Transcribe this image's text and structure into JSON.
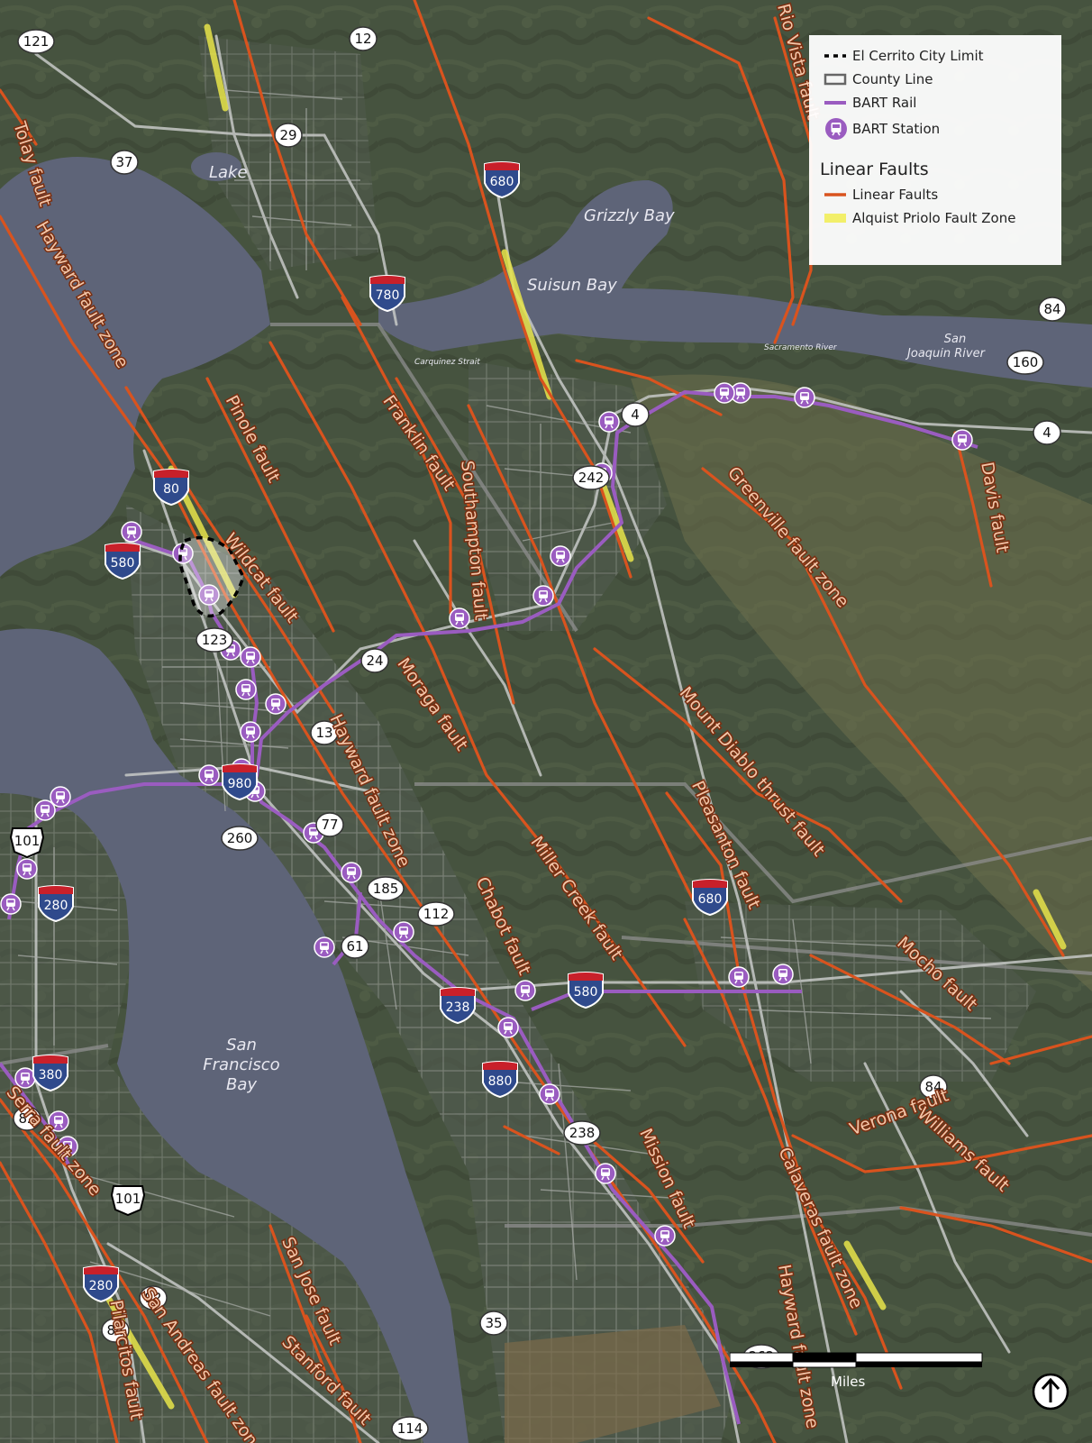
{
  "colors": {
    "water": "#5e6478",
    "land": "#44503d",
    "fault": "#d9531e",
    "ap_zone": "#e8e44a",
    "bart": "#9a5cc0",
    "road": "#c7c9c7",
    "county": "#8d8d8d",
    "label_fault": "#f3c6a8"
  },
  "legend": {
    "items": [
      {
        "label": "El Cerrito City Limit",
        "icon": "dashed-black-line-icon"
      },
      {
        "label": "County Line",
        "icon": "gray-outline-box-icon"
      },
      {
        "label": "BART Rail",
        "icon": "purple-line-icon"
      },
      {
        "label": "BART Station",
        "icon": "train-circle-icon"
      }
    ],
    "faults_heading": "Linear Faults",
    "fault_items": [
      {
        "label": "Linear Faults",
        "icon": "orange-line-icon"
      },
      {
        "label": "Alquist Priolo Fault Zone",
        "icon": "yellow-band-icon"
      }
    ]
  },
  "water_labels": [
    "Grizzly Bay",
    "Suisun Bay",
    "San Francisco Bay",
    "Lake",
    "Carquinez Strait",
    "Sacramento River",
    "San Joaquin River"
  ],
  "fault_labels": [
    "Tolay fault",
    "Hayward fault zone",
    "Pinole fault",
    "Franklin fault",
    "Southampton fault",
    "Wildcat fault",
    "Moraga fault",
    "Hayward fault zone",
    "Chabot fault",
    "Miller Creek fault",
    "Greenville fault zone",
    "Davis fault",
    "Mount Diablo thrust fault",
    "Pleasanton fault",
    "Mocho fault",
    "Verona fault",
    "Williams fault",
    "Calaveras fault zone",
    "Mission fault",
    "Serra fault zone",
    "San Jose fault",
    "Stanford fault",
    "Pilarcitos fault",
    "San Andreas fault zone",
    "Rio Vista fault",
    "Hayward fault zone"
  ],
  "highway_shields": [
    {
      "num": "121",
      "type": "state"
    },
    {
      "num": "12",
      "type": "state"
    },
    {
      "num": "29",
      "type": "state"
    },
    {
      "num": "37",
      "type": "state"
    },
    {
      "num": "680",
      "type": "interstate"
    },
    {
      "num": "780",
      "type": "interstate"
    },
    {
      "num": "84",
      "type": "state"
    },
    {
      "num": "160",
      "type": "state"
    },
    {
      "num": "4",
      "type": "state"
    },
    {
      "num": "4",
      "type": "state"
    },
    {
      "num": "242",
      "type": "state"
    },
    {
      "num": "80",
      "type": "interstate"
    },
    {
      "num": "580",
      "type": "interstate"
    },
    {
      "num": "123",
      "type": "state"
    },
    {
      "num": "24",
      "type": "state"
    },
    {
      "num": "13",
      "type": "state"
    },
    {
      "num": "980",
      "type": "interstate"
    },
    {
      "num": "77",
      "type": "state"
    },
    {
      "num": "260",
      "type": "state"
    },
    {
      "num": "101",
      "type": "us"
    },
    {
      "num": "185",
      "type": "state"
    },
    {
      "num": "112",
      "type": "state"
    },
    {
      "num": "280",
      "type": "interstate"
    },
    {
      "num": "61",
      "type": "state"
    },
    {
      "num": "680",
      "type": "interstate"
    },
    {
      "num": "580",
      "type": "interstate"
    },
    {
      "num": "238",
      "type": "interstate"
    },
    {
      "num": "880",
      "type": "interstate"
    },
    {
      "num": "380",
      "type": "interstate"
    },
    {
      "num": "84",
      "type": "state"
    },
    {
      "num": "82",
      "type": "state"
    },
    {
      "num": "238",
      "type": "state"
    },
    {
      "num": "101",
      "type": "us"
    },
    {
      "num": "280",
      "type": "interstate"
    },
    {
      "num": "92",
      "type": "state"
    },
    {
      "num": "84",
      "type": "state"
    },
    {
      "num": "35",
      "type": "state"
    },
    {
      "num": "262",
      "type": "state"
    },
    {
      "num": "114",
      "type": "state"
    }
  ],
  "scale": {
    "ticks": [
      "0",
      "5",
      "10"
    ],
    "unit": "Miles"
  },
  "north_icon": "north-arrow-icon"
}
